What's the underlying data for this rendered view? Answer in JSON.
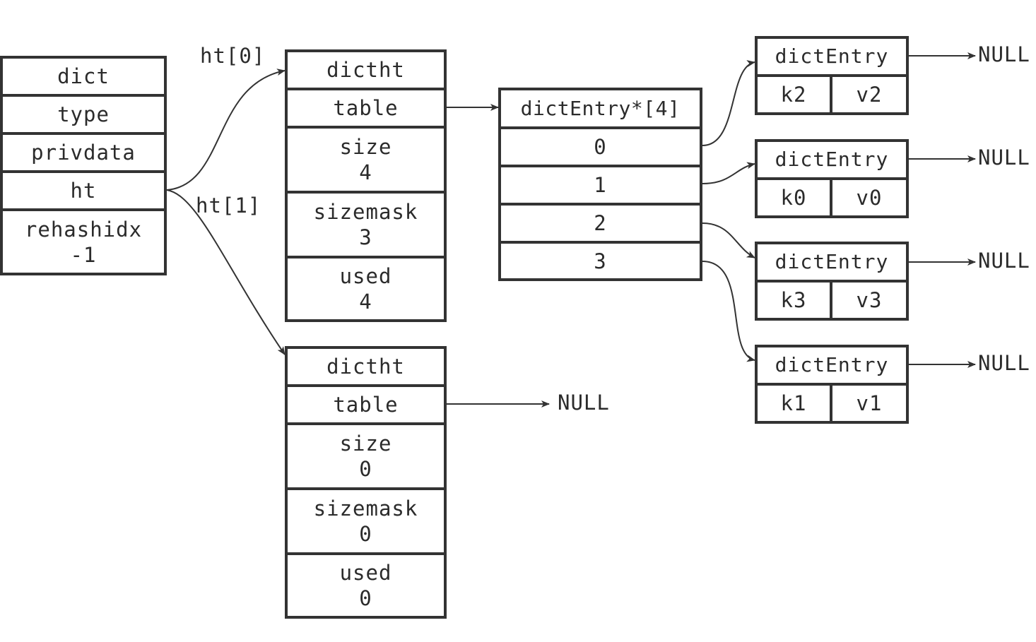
{
  "dict": {
    "title": "dict",
    "type": "type",
    "privdata": "privdata",
    "ht": "ht",
    "rehashidx_label": "rehashidx",
    "rehashidx_value": "-1"
  },
  "edges": {
    "ht0": "ht[0]",
    "ht1": "ht[1]"
  },
  "ht0": {
    "title": "dictht",
    "table": "table",
    "size_label": "size",
    "size_value": "4",
    "sizemask_label": "sizemask",
    "sizemask_value": "3",
    "used_label": "used",
    "used_value": "4"
  },
  "ht1": {
    "title": "dictht",
    "table": "table",
    "size_label": "size",
    "size_value": "0",
    "sizemask_label": "sizemask",
    "sizemask_value": "0",
    "used_label": "used",
    "used_value": "0",
    "table_target": "NULL"
  },
  "table_array": {
    "title": "dictEntry*[4]",
    "slots": [
      "0",
      "1",
      "2",
      "3"
    ]
  },
  "entries": [
    {
      "title": "dictEntry",
      "key": "k2",
      "value": "v2",
      "next": "NULL"
    },
    {
      "title": "dictEntry",
      "key": "k0",
      "value": "v0",
      "next": "NULL"
    },
    {
      "title": "dictEntry",
      "key": "k3",
      "value": "v3",
      "next": "NULL"
    },
    {
      "title": "dictEntry",
      "key": "k1",
      "value": "v1",
      "next": "NULL"
    }
  ]
}
